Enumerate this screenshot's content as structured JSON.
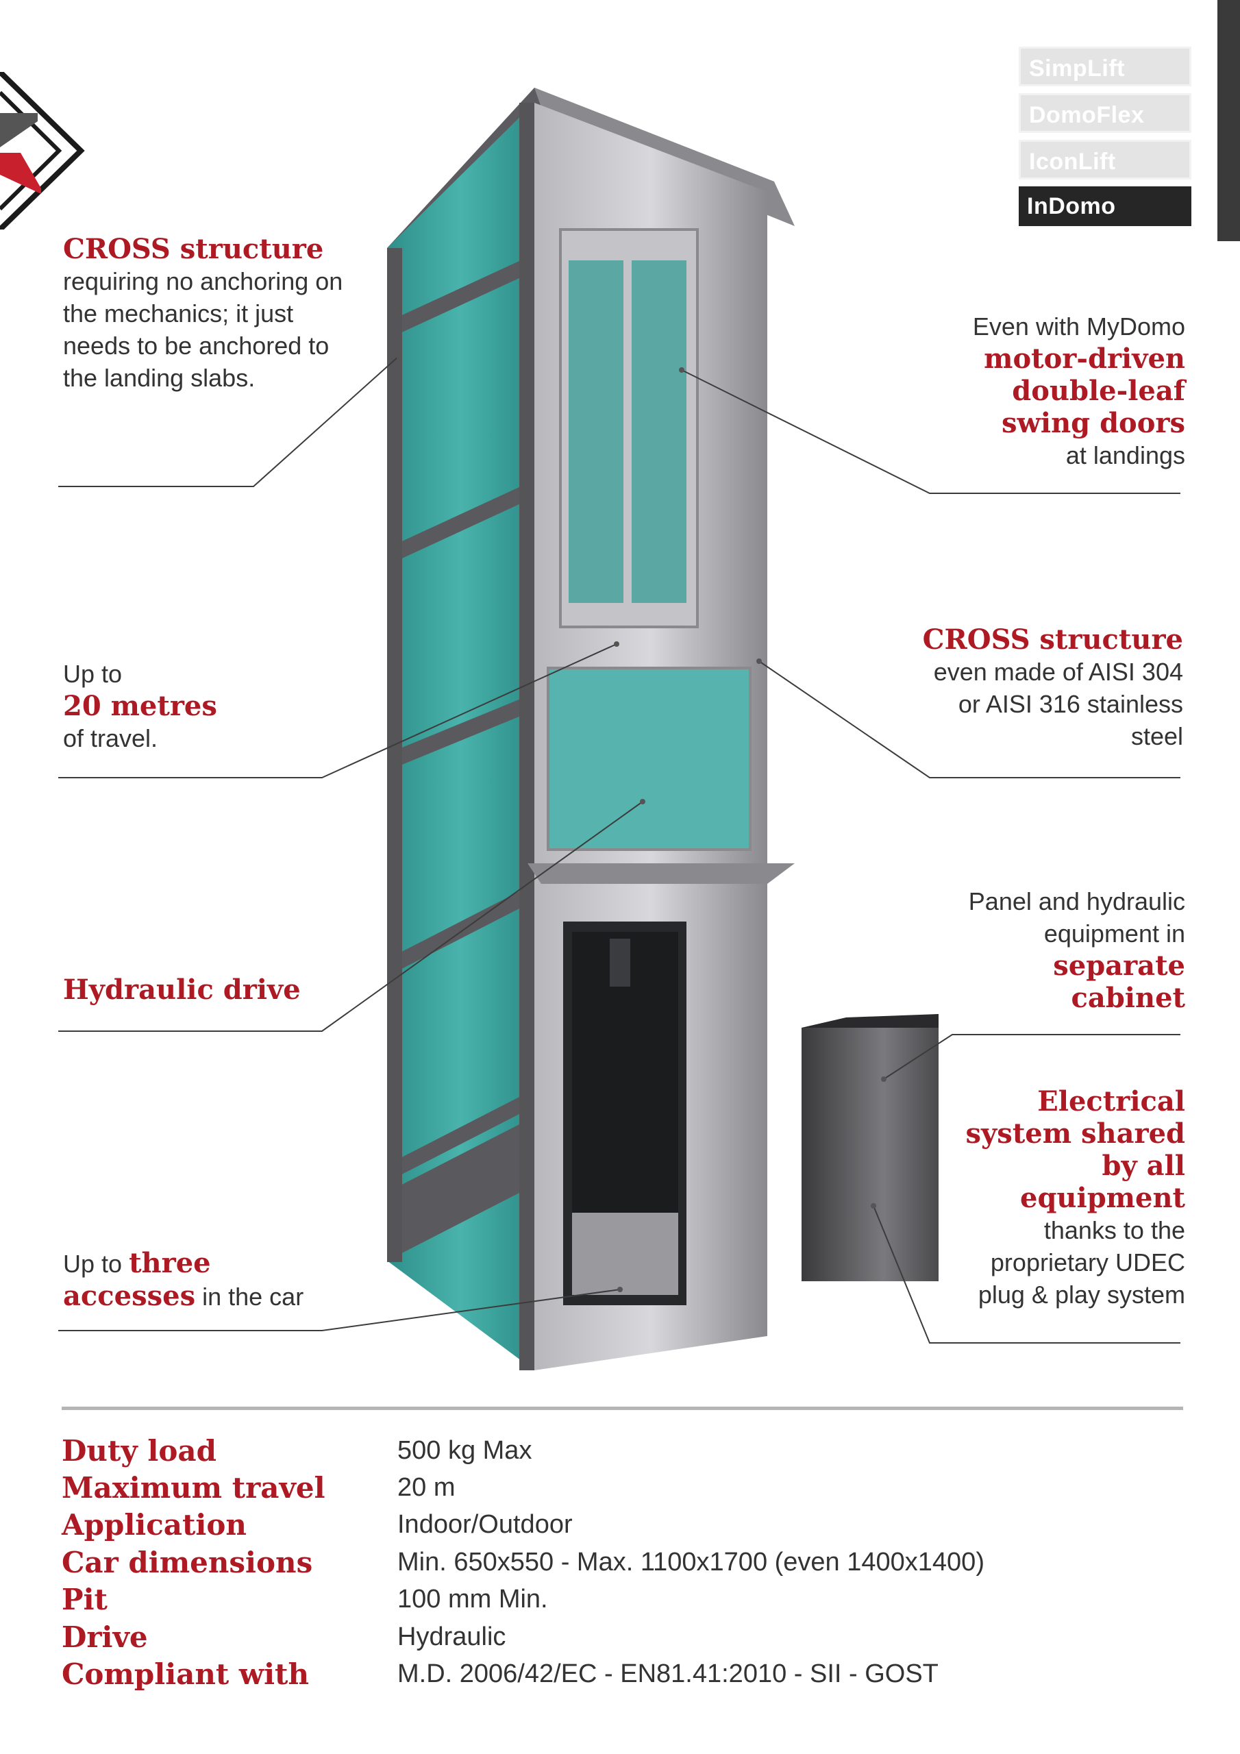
{
  "brand_tabs": [
    "SimpLift",
    "DomoFlex",
    "IconLift",
    "InDomo"
  ],
  "active_tab": "InDomo",
  "callouts": {
    "cross_structure": {
      "title": "CROSS structure",
      "text": "requiring no anchoring on the mechanics; it just needs to be anchored to the landing slabs."
    },
    "travel": {
      "pre": "Up to",
      "title": "20 metres",
      "post": "of travel."
    },
    "hydraulic": {
      "title": "Hydraulic drive"
    },
    "accesses": {
      "pre": "Up to",
      "title_1": "three",
      "title_2": "accesses",
      "post": "in the car"
    },
    "doors": {
      "pre": "Even with MyDomo",
      "title": "motor-driven double-leaf swing doors",
      "post": "at landings"
    },
    "steel": {
      "title": "CROSS structure",
      "text": "even made of AISI 304 or AISI 316 stainless steel"
    },
    "cabinet": {
      "pre": "Panel and hydraulic equipment in",
      "title": "separate cabinet"
    },
    "electrical": {
      "title": "Electrical system shared by all equipment",
      "text": "thanks to the proprietary UDEC plug & play system"
    }
  },
  "specs": [
    {
      "label": "Duty load",
      "value": "500 kg Max"
    },
    {
      "label": "Maximum travel",
      "value": "20 m"
    },
    {
      "label": "Application",
      "value": "Indoor/Outdoor"
    },
    {
      "label": "Car dimensions",
      "value": "Min. 650x550 - Max. 1100x1700 (even 1400x1400)"
    },
    {
      "label": "Pit",
      "value": "100 mm Min."
    },
    {
      "label": "Drive",
      "value": "Hydraulic"
    },
    {
      "label": "Compliant with",
      "value": "M.D. 2006/42/EC - EN81.41:2010 - SII - GOST"
    }
  ],
  "colors": {
    "accent": "#ad1a24",
    "text": "#333333",
    "tab_active": "#262626",
    "tab_inactive": "#e4e4e4",
    "glass": "#3fa5a0",
    "frame": "#6e6e6e"
  }
}
